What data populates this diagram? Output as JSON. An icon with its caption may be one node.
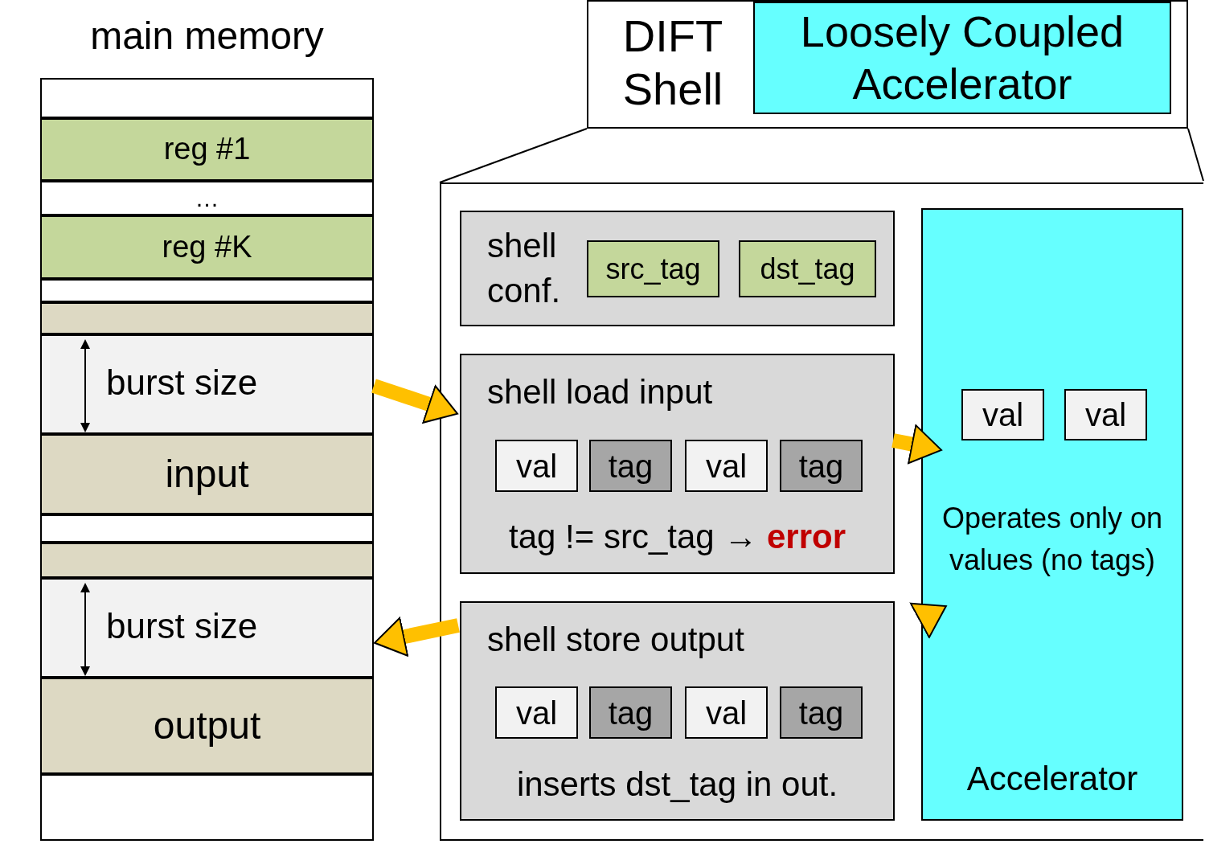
{
  "diagram": {
    "nodes": [
      {
        "text": [
          "main memory"
        ]
      },
      {
        "text": [],
        "shape": "box",
        "in": 0
      },
      {
        "text": [
          "reg #1"
        ],
        "in": 0
      },
      {
        "text": [
          "…"
        ],
        "in": 0
      },
      {
        "text": [
          "reg #K"
        ],
        "in": 0
      },
      {
        "text": [],
        "shape": "box",
        "in": 0
      },
      {
        "text": [],
        "shape": "box",
        "in": 0
      },
      {
        "text": [
          "burst size"
        ],
        "in": 0
      },
      {
        "text": [
          "input"
        ],
        "in": 0
      },
      {
        "text": [],
        "shape": "box",
        "in": 0
      },
      {
        "text": [],
        "shape": "box",
        "in": 0
      },
      {
        "text": [
          "burst size"
        ],
        "in": 0
      },
      {
        "text": [
          "output"
        ],
        "in": 0
      },
      {
        "text": [],
        "shape": "box",
        "in": 0
      },
      {
        "text": [
          "DIFT Shell"
        ]
      },
      {
        "text": [
          "Loosely Coupled Accelerator"
        ],
        "in": 14
      },
      {
        "text": [],
        "shape": "box"
      },
      {
        "text": [
          "shell conf."
        ],
        "in": 16
      },
      {
        "text": [
          "src_tag"
        ],
        "in": 17
      },
      {
        "text": [
          "dst_tag"
        ],
        "in": 17
      },
      {
        "text": [
          "shell load input",
          "tag != src_tag → **error**"
        ],
        "in": 16
      },
      {
        "text": [
          "val"
        ],
        "in": 20
      },
      {
        "text": [
          "tag"
        ],
        "in": 20
      },
      {
        "text": [
          "val"
        ],
        "in": 20
      },
      {
        "text": [
          "tag"
        ],
        "in": 20
      },
      {
        "text": [
          "shell store output",
          "inserts dst_tag in out."
        ],
        "in": 16
      },
      {
        "text": [
          "val"
        ],
        "in": 25
      },
      {
        "text": [
          "tag"
        ],
        "in": 25
      },
      {
        "text": [
          "val"
        ],
        "in": 25
      },
      {
        "text": [
          "tag"
        ],
        "in": 25
      },
      {
        "text": [
          "Operates only on values (no tags)",
          "Accelerator"
        ],
        "in": 16
      },
      {
        "text": [
          "val"
        ],
        "in": 30
      },
      {
        "text": [
          "val"
        ],
        "in": 30
      }
    ],
    "edges": [
      {
        "from": 7,
        "to": 20,
        "arrow": "to"
      },
      {
        "from": 20,
        "to": 30,
        "arrow": "to"
      },
      {
        "from": 30,
        "to": 25,
        "arrow": "to"
      },
      {
        "from": 25,
        "to": 11,
        "arrow": "to"
      }
    ]
  }
}
